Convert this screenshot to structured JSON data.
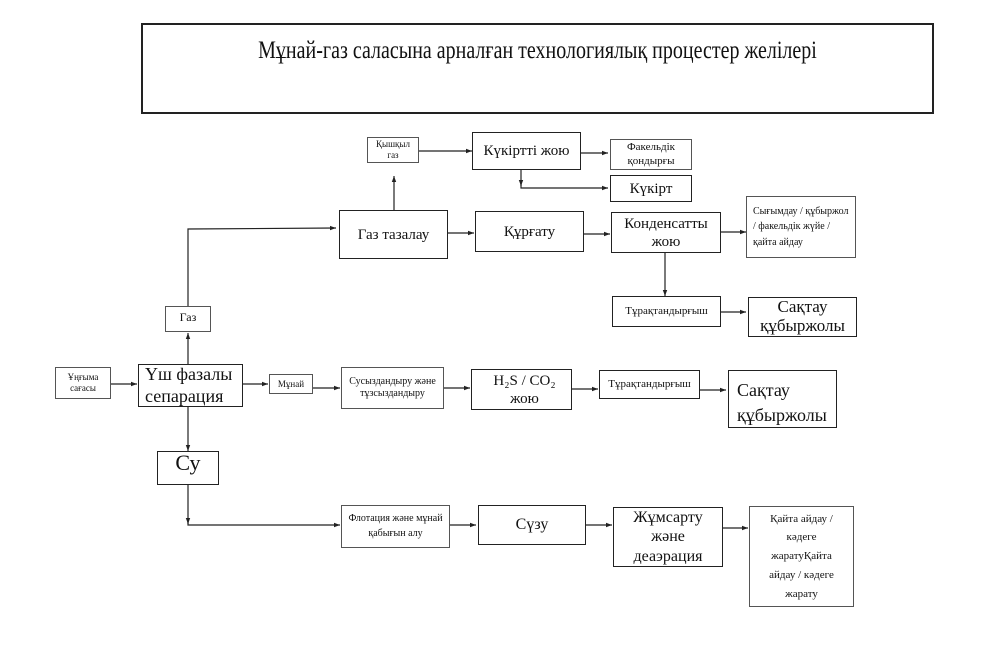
{
  "title": "Мұнай-газ саласына арналған технологиялық процестер желілері",
  "nodes": {
    "wellhead": "Ұңғыма сағасы",
    "separation": "Үш фазалы сепарация",
    "gas": "Газ",
    "oil": "Мұнай",
    "water": "Су",
    "acid_gas": "Қышқыл газ",
    "sulfur_removal": "Күкіртті жою",
    "flare_unit": "Факельдік қондырғы",
    "sulfur": "Күкірт",
    "gas_treatment": "Газ тазалау",
    "drying": "Құрғату",
    "condensate_removal": "Конденсатты жою",
    "gas_destinations": "Сығымдау / құбыржол / факельдік жүйе / қайта айдау",
    "gas_stabilizer": "Тұрақтандырғыш",
    "gas_storage": "Сақтау құбыржолы",
    "dehydration": "Сусыздандыру және тұзсыздандыру",
    "h2s_co2_removal": "H₂S / CO₂ жою",
    "oil_stabilizer": "Тұрақтандырғыш",
    "oil_storage": "Сақтау құбыржолы",
    "flotation": "Флотация жәнe мұнай қабығын алу",
    "filtration": "Сүзу",
    "softening": "Жұмсарту және деаэрация",
    "water_destinations": "Қайта айдау / кәдеге жаратуҚайта айдау / кәдеге жарату"
  },
  "edges": [
    [
      "wellhead",
      "separation"
    ],
    [
      "separation",
      "gas"
    ],
    [
      "separation",
      "oil"
    ],
    [
      "separation",
      "water"
    ],
    [
      "gas",
      "gas_treatment"
    ],
    [
      "gas_treatment",
      "acid_gas"
    ],
    [
      "acid_gas",
      "sulfur_removal"
    ],
    [
      "sulfur_removal",
      "flare_unit"
    ],
    [
      "sulfur_removal",
      "sulfur"
    ],
    [
      "gas_treatment",
      "drying"
    ],
    [
      "drying",
      "condensate_removal"
    ],
    [
      "condensate_removal",
      "gas_destinations"
    ],
    [
      "condensate_removal",
      "gas_stabilizer"
    ],
    [
      "gas_stabilizer",
      "gas_storage"
    ],
    [
      "oil",
      "dehydration"
    ],
    [
      "dehydration",
      "h2s_co2_removal"
    ],
    [
      "h2s_co2_removal",
      "oil_stabilizer"
    ],
    [
      "oil_stabilizer",
      "oil_storage"
    ],
    [
      "water",
      "flotation"
    ],
    [
      "flotation",
      "filtration"
    ],
    [
      "filtration",
      "softening"
    ],
    [
      "softening",
      "water_destinations"
    ]
  ]
}
